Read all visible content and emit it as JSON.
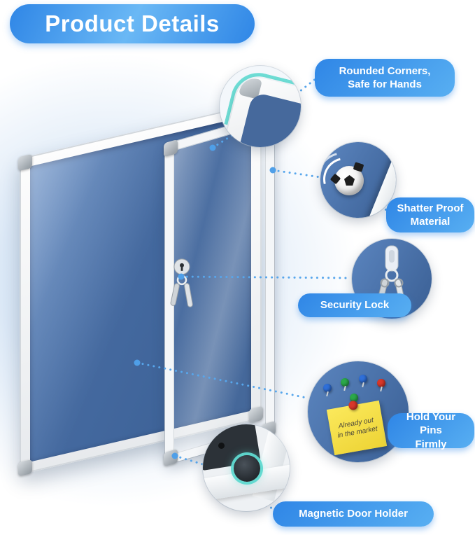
{
  "title": "Product Details",
  "callouts": {
    "rounded_corners": {
      "line1": "Rounded Corners,",
      "line2": "Safe for Hands"
    },
    "shatter_proof": {
      "line1": "Shatter Proof",
      "line2": "Material"
    },
    "security_lock": {
      "label": "Security Lock"
    },
    "hold_pins": {
      "line1": "Hold Your Pins",
      "line2": "Firmly"
    },
    "magnetic_holder": {
      "label": "Magnetic Door Holder"
    }
  },
  "sticky_note": {
    "line1": "Already out",
    "line2": "in the market"
  },
  "pins": [
    {
      "color": "#2f6fd8"
    },
    {
      "color": "#2ba84a"
    },
    {
      "color": "#2f6fd8"
    },
    {
      "color": "#d8372a"
    },
    {
      "color": "#2ba84a"
    }
  ],
  "colors": {
    "accent_blue": "#2f86e6",
    "board_blue": "#42699f",
    "glow_teal": "#5fd9d0",
    "note_yellow": "#f6e24b"
  }
}
